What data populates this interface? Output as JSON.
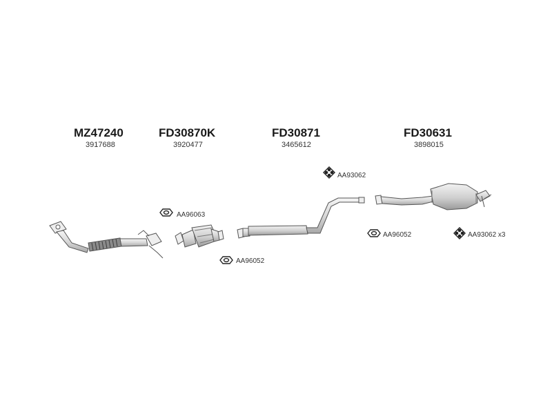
{
  "parts": [
    {
      "code": "MZ47240",
      "ref": "3917688"
    },
    {
      "code": "FD30870K",
      "ref": "3920477"
    },
    {
      "code": "FD30871",
      "ref": "3465612"
    },
    {
      "code": "FD30631",
      "ref": "3898015"
    }
  ],
  "accessories": {
    "hanger_upper": "AA93062",
    "gasket_cat_top": "AA96063",
    "gasket_cat_bottom": "AA96052",
    "gasket_rear": "AA96052",
    "hanger_rear": "AA93062 x3"
  },
  "colors": {
    "line": "#555555",
    "fill": "#e6e6e6",
    "text": "#1a1a1a"
  }
}
